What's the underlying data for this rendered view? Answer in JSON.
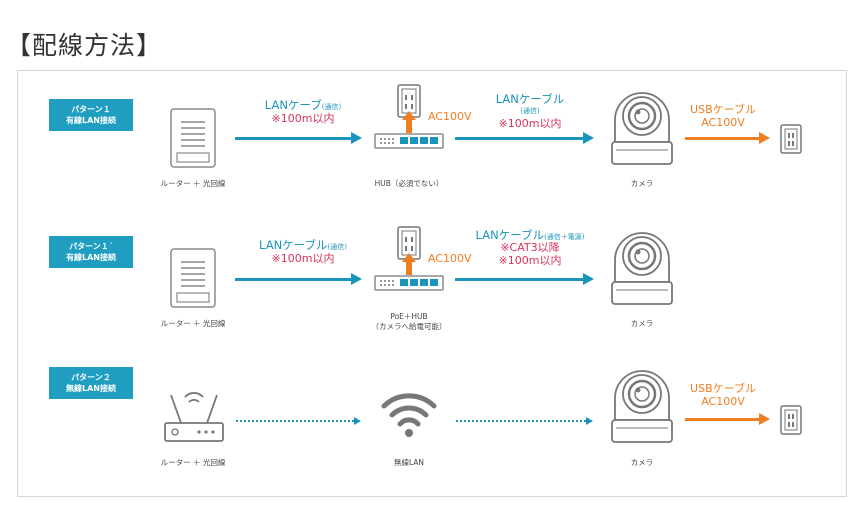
{
  "title": "【配線方法】",
  "colors": {
    "accent_blue": "#1a94b8",
    "badge_blue": "#1f9ec1",
    "red": "#d8335a",
    "orange": "#ef7d22"
  },
  "rows": [
    {
      "badge": [
        "パターン１",
        "有線LAN接続"
      ],
      "router_label": "ルーター ＋ 光回線",
      "cable1_title": "LANケーブ",
      "cable1_note": "(通信)",
      "cable1_spec": "※100m以内",
      "power_label": "AC100V",
      "hub_label": "HUB（必須でない）",
      "cable2_title": "LANケーブル",
      "cable2_note": "(通信)",
      "cable2_spec": "※100m以内",
      "camera_label": "カメラ",
      "usb_title": "USBケーブル",
      "usb_power": "AC100V"
    },
    {
      "badge": [
        "パターン１´",
        "有線LAN接続"
      ],
      "router_label": "ルーター ＋ 光回線",
      "cable1_title": "LANケーブル",
      "cable1_note": "(通信)",
      "cable1_spec": "※100m以内",
      "power_label": "AC100V",
      "hub_label_1": "PoE＋HUB",
      "hub_label_2": "（カメラへ給電可能）",
      "cable2_title": "LANケーブル",
      "cable2_note": "(通信＋電源)",
      "cable2_spec1": "※CAT3以降",
      "cable2_spec2": "※100m以内",
      "camera_label": "カメラ"
    },
    {
      "badge": [
        "パターン２",
        "無線LAN接続"
      ],
      "router_label": "ルーター ＋ 光回線",
      "wifi_label": "無線LAN",
      "camera_label": "カメラ",
      "usb_title": "USBケーブル",
      "usb_power": "AC100V"
    }
  ],
  "icons": [
    "router-icon",
    "hub-icon",
    "outlet-icon",
    "camera-icon",
    "wifi-router-icon",
    "wifi-icon"
  ]
}
